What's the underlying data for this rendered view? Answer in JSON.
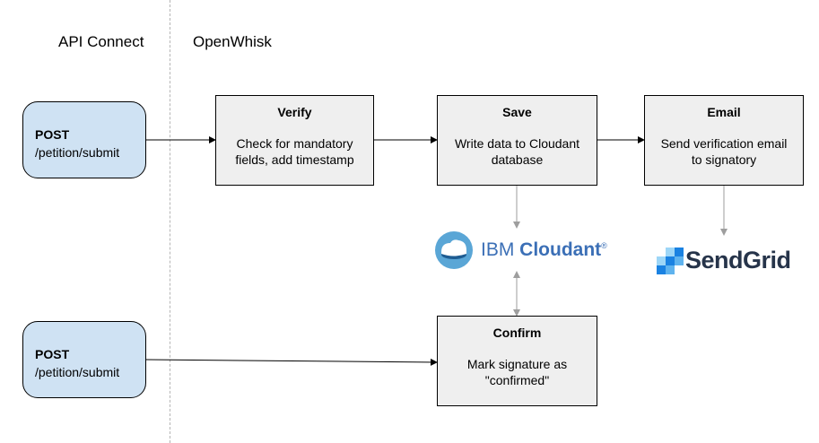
{
  "sections": {
    "left_label": "API Connect",
    "right_label": "OpenWhisk"
  },
  "endpoints": [
    {
      "method": "POST",
      "path": "/petition/submit"
    },
    {
      "method": "POST",
      "path": "/petition/submit"
    }
  ],
  "steps": {
    "verify": {
      "title": "Verify",
      "line1": "Check for mandatory",
      "line2": "fields, add timestamp"
    },
    "save": {
      "title": "Save",
      "line1": "Write data to Cloudant",
      "line2": "database"
    },
    "email": {
      "title": "Email",
      "line1": "Send verification email",
      "line2": "to signatory"
    },
    "confirm": {
      "title": "Confirm",
      "line1": "Mark signature as",
      "line2": "\"confirmed\""
    }
  },
  "logos": {
    "cloudant": {
      "prefix": "IBM ",
      "name": "Cloudant",
      "mark": "®"
    },
    "sendgrid": {
      "name": "SendGrid"
    }
  },
  "colors": {
    "endpoint_fill": "#cfe2f3",
    "step_fill": "#efefef",
    "cloudant_blue": "#3b6fb6",
    "sendgrid_blue": "#1a82e2"
  }
}
